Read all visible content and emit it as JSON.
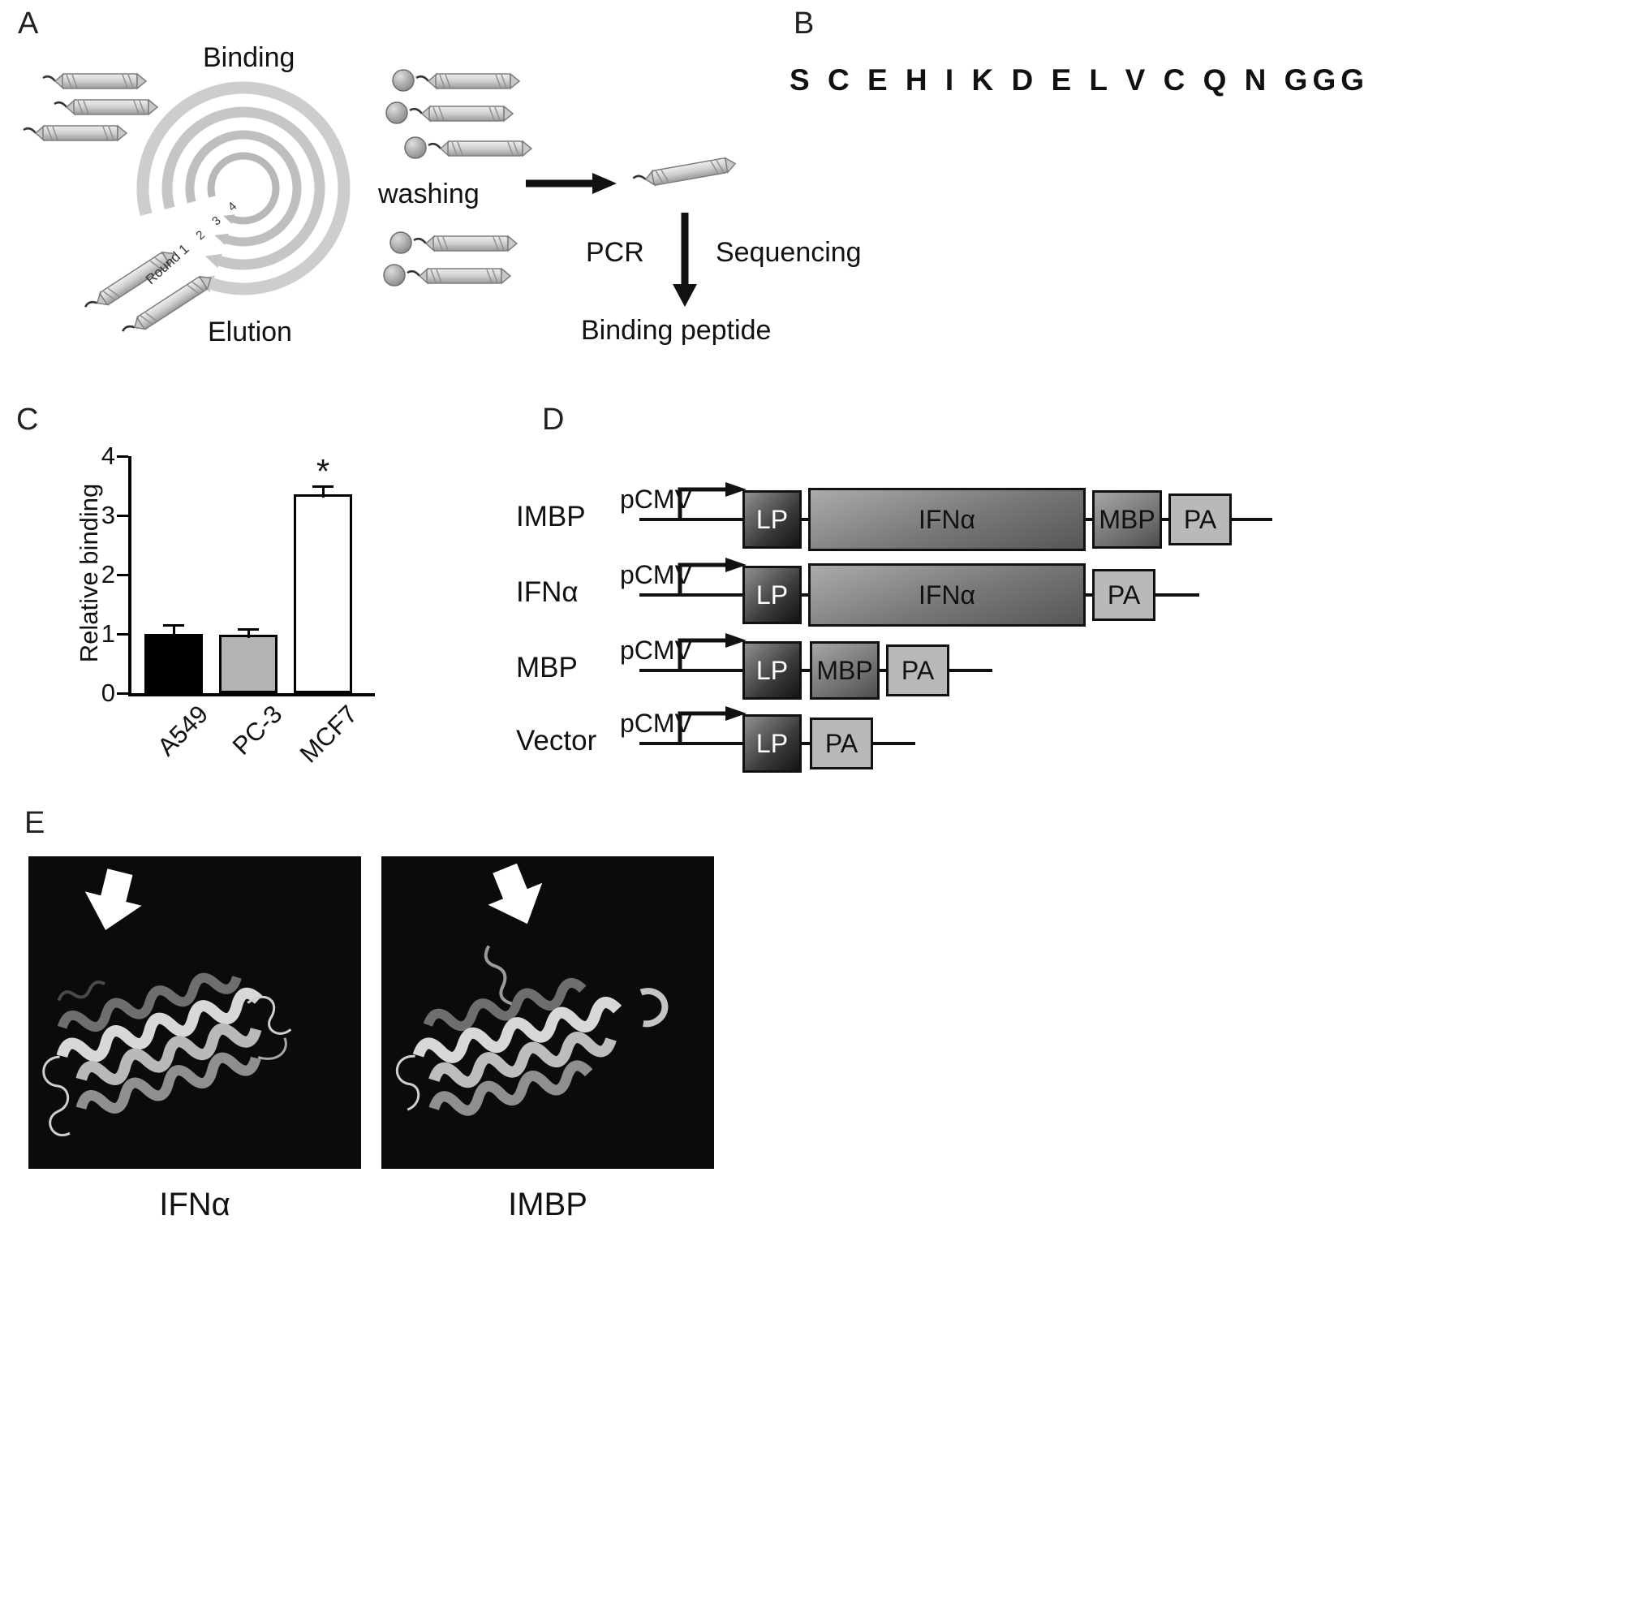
{
  "figure": {
    "panel_a": {
      "label": "A",
      "binding": "Binding",
      "washing": "washing",
      "elution": "Elution",
      "round_label": "Round 1",
      "round_numbers": [
        "2",
        "3",
        "4"
      ],
      "pcr": "PCR",
      "sequencing": "Sequencing",
      "binding_peptide": "Binding peptide"
    },
    "panel_b": {
      "label": "B",
      "sequence": "S C E H I K D E L V C Q N GGG"
    },
    "panel_c": {
      "label": "C"
    },
    "panel_d": {
      "label": "D",
      "rows": [
        {
          "name": "IMBP",
          "promoter": "pCMV",
          "boxes": [
            "LP",
            "IFNα",
            "MBP",
            "PA"
          ]
        },
        {
          "name": "IFNα",
          "promoter": "pCMV",
          "boxes": [
            "LP",
            "IFNα",
            "PA"
          ]
        },
        {
          "name": "MBP",
          "promoter": "pCMV",
          "boxes": [
            "LP",
            "MBP",
            "PA"
          ]
        },
        {
          "name": "Vector",
          "promoter": "pCMV",
          "boxes": [
            "LP",
            "PA"
          ]
        }
      ]
    },
    "panel_e": {
      "label": "E",
      "captions": [
        "IFNα",
        "IMBP"
      ]
    }
  },
  "chart_data": {
    "type": "bar",
    "categories": [
      "A549",
      "PC-3",
      "MCF7"
    ],
    "values": [
      1.0,
      0.98,
      3.35
    ],
    "errors": [
      0.12,
      0.07,
      0.12
    ],
    "bar_colors": [
      "#000000",
      "#b3b3b3",
      "#ffffff"
    ],
    "title": "",
    "xlabel": "",
    "ylabel": "Relative binding",
    "ylim": [
      0,
      4
    ],
    "yticks": [
      0,
      1,
      2,
      3,
      4
    ],
    "grid": false,
    "legend": "none",
    "annotations": [
      {
        "category": "MCF7",
        "text": "*"
      }
    ]
  }
}
